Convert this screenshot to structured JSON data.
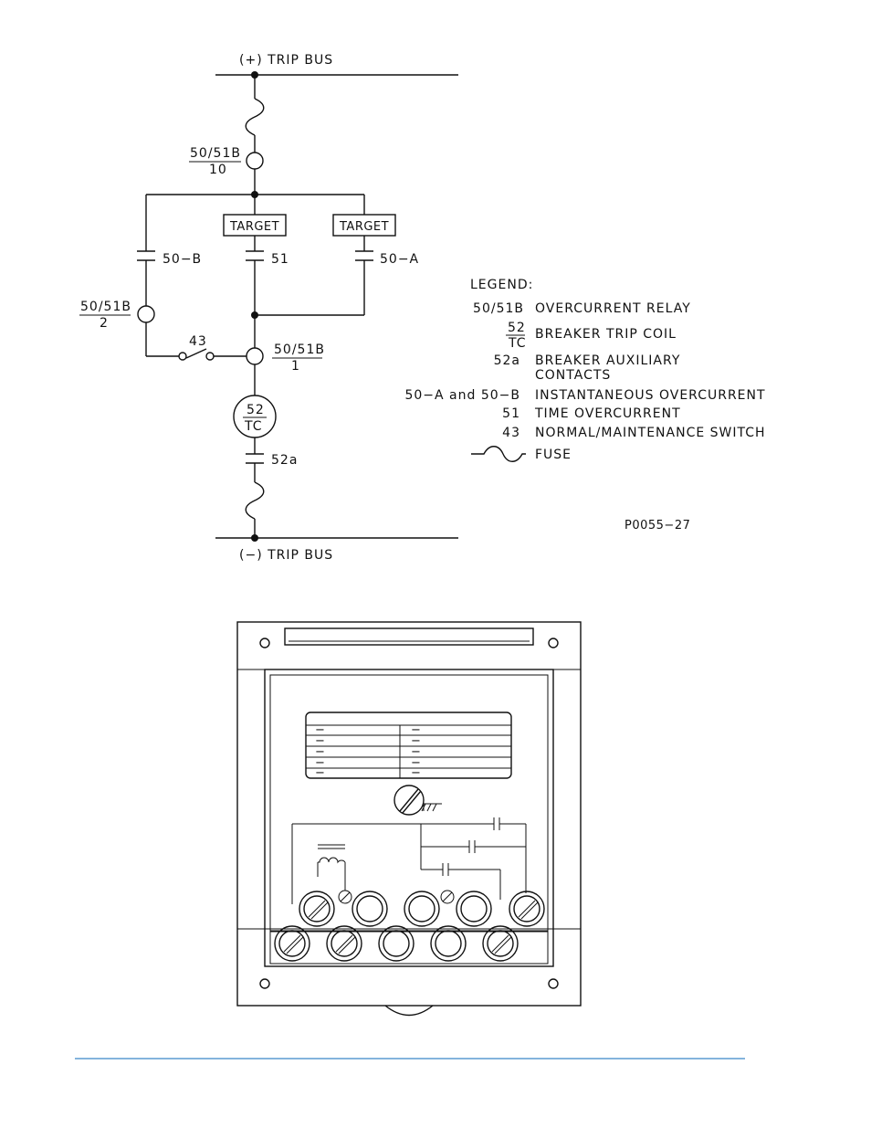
{
  "schematic": {
    "pos_bus": "(+) TRIP BUS",
    "neg_bus": "(−) TRIP BUS",
    "relay_10_top": "50/51B",
    "relay_10_bottom": "10",
    "relay_2_top": "50/51B",
    "relay_2_bottom": "2",
    "relay_1_top": "50/51B",
    "relay_1_bottom": "1",
    "target_label": "TARGET",
    "contact_50b": "50−B",
    "contact_51": "51",
    "contact_50a": "50−A",
    "switch_43": "43",
    "trip_coil_top": "52",
    "trip_coil_bottom": "TC",
    "contact_52a": "52a",
    "drawing_number": "P0055−27"
  },
  "legend": {
    "title": "LEGEND:",
    "items": [
      {
        "symbol": "50/51B",
        "description": "OVERCURRENT RELAY"
      },
      {
        "symbol_top": "52",
        "symbol_bottom": "TC",
        "description": "BREAKER TRIP COIL"
      },
      {
        "symbol": "52a",
        "description": "BREAKER AUXILIARY",
        "description2": "CONTACTS"
      },
      {
        "symbol": "50−A and 50−B",
        "description": "INSTANTANEOUS OVERCURRENT"
      },
      {
        "symbol": "51",
        "description": "TIME OVERCURRENT"
      },
      {
        "symbol": "43",
        "description": "NORMAL/MAINTENANCE SWITCH"
      },
      {
        "symbol": "",
        "description": "FUSE"
      }
    ]
  },
  "nameplate": {
    "rows": [
      [
        "−",
        "−"
      ],
      [
        "−",
        "−"
      ],
      [
        "−",
        "−"
      ],
      [
        "−",
        "−"
      ],
      [
        "−",
        "−"
      ]
    ]
  },
  "colors": {
    "line": "#111111",
    "footer_rule": "#3a87c7"
  }
}
